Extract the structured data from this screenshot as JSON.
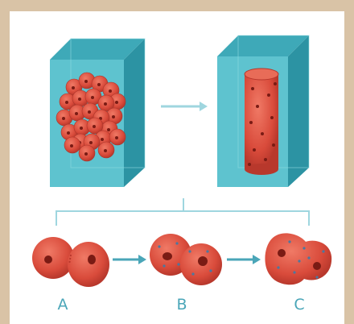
{
  "labels": {
    "a": "A",
    "b": "B",
    "c": "C"
  },
  "colors": {
    "background": "#d9c3a6",
    "panel": "#ffffff",
    "cube_face": "#5ec3cf",
    "cube_top": "#3ea9b8",
    "cube_side": "#2c93a3",
    "cell": "#d94b3b",
    "cell_dark": "#b8382c",
    "nucleus": "#7a1b14",
    "arrow": "#9fd6df",
    "label": "#4aa6b8"
  },
  "icons": [
    "cube-with-cell-cluster",
    "cube-with-tube",
    "arrow-right",
    "cell-pair",
    "fused-cell"
  ]
}
